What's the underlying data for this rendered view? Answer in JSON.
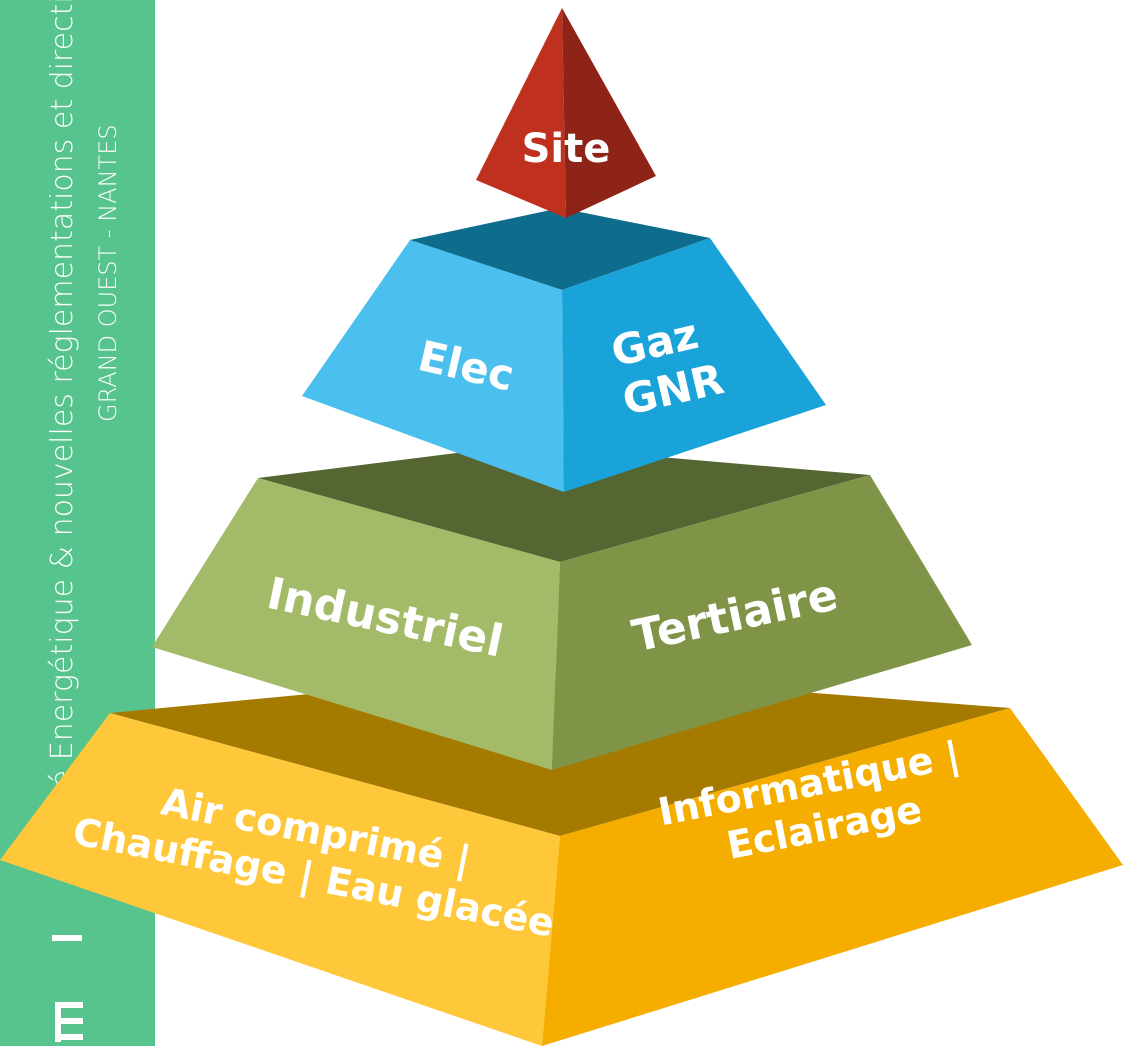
{
  "sidebar": {
    "title": "icacité Energétique & nouvelles réglementations et directive",
    "subtitle": "GRAND OUEST - NANTES",
    "color": "#58C48D"
  },
  "pyramid": {
    "tiers": [
      {
        "name": "site",
        "labels": [
          "Site"
        ],
        "colors": {
          "left": "#C0301F",
          "right": "#8E2418",
          "top": "#A82A1C"
        }
      },
      {
        "name": "energy",
        "labels": [
          "Elec",
          "Gaz\nGNR"
        ],
        "colors": {
          "left": "#4BC0EF",
          "right": "#1AA3D9",
          "top": "#0E6C8C"
        }
      },
      {
        "name": "sector",
        "labels": [
          "Industriel",
          "Tertiaire"
        ],
        "colors": {
          "left": "#A3BA68",
          "right": "#7F9447",
          "top": "#566633"
        }
      },
      {
        "name": "usage",
        "labels": [
          "Air comprimé |\nChauffage | Eau glacée",
          "Informatique |\nEclairage"
        ],
        "colors": {
          "left": "#FFC83A",
          "right": "#F5AE00",
          "top": "#A57A00"
        }
      }
    ]
  }
}
